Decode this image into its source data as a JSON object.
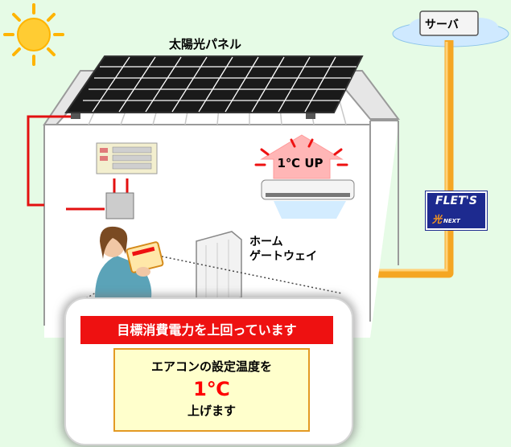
{
  "labels": {
    "solar_panel": "太陽光パネル",
    "server": "サーバ",
    "gateway_line1": "ホーム",
    "gateway_line2": "ゲートウェイ",
    "temp_up": "1℃ UP",
    "flets_top": "FLET'S",
    "flets_bottom": "光",
    "flets_next": "NEXT"
  },
  "tablet": {
    "alert": "目標消費電力を上回っています",
    "line1": "エアコンの設定温度を",
    "line2": "1℃",
    "line3": "上げます"
  },
  "colors": {
    "background": "#e6fbe6",
    "cable": "#f5a623",
    "wire": "#e31010",
    "alert": "#ee1111",
    "message_bg": "#ffffcc"
  },
  "icons": [
    "sun-icon",
    "cloud-icon",
    "solar-panel-icon",
    "house-icon",
    "air-conditioner-icon",
    "up-arrow-icon",
    "breaker-panel-icon",
    "battery-icon",
    "gateway-device-icon",
    "person-icon",
    "tablet-icon"
  ]
}
